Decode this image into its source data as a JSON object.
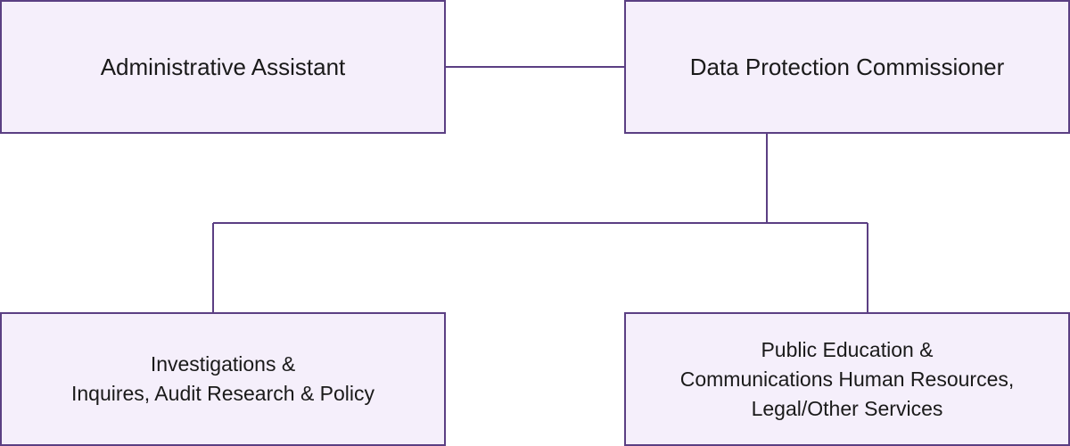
{
  "diagram": {
    "colors": {
      "border": "#5b3f83",
      "fill": "#f5effb",
      "text": "#1a1a1a"
    },
    "nodes": {
      "admin": {
        "lines": [
          "Administrative Assistant"
        ]
      },
      "commissioner": {
        "lines": [
          "Data Protection Commissioner"
        ]
      },
      "investigations": {
        "lines": [
          "Investigations &",
          "Inquires, Audit Research & Policy"
        ]
      },
      "public_education": {
        "lines": [
          "Public Education &",
          "Communications Human Resources,",
          "Legal/Other Services"
        ]
      }
    },
    "edges": [
      {
        "from": "admin",
        "to": "commissioner"
      },
      {
        "from": "commissioner",
        "to": "investigations"
      },
      {
        "from": "commissioner",
        "to": "public_education"
      }
    ]
  }
}
